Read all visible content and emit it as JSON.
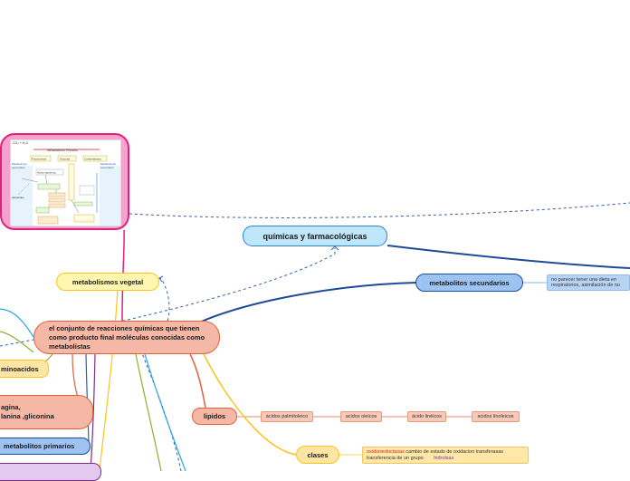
{
  "nodes": {
    "quimicas": "químicas y farmacológicas",
    "metab_secundarios": "metabolitos secundarios",
    "metab_sec_note_line1": "no parecer  tener una dieta en",
    "metab_sec_note_line2": "respiratorios, asimilación de nu",
    "metab_vegetal": "metabolismos   vegetal",
    "main_node": "el  conjunto de reacciones químicas que tienen como producto final moléculas conocidas como metabolistas",
    "aminoacidos": "minoacidos",
    "asparagina_line1": "agina,",
    "asparagina_line2": "lanina ,gliconina",
    "metab_primarios": "metabolitos  primarios",
    "lipidos": "lipidos",
    "lipidos_children": [
      "ácidos  palmitoleico",
      "acidos oleicos",
      "ácido linéicos",
      "acidos linoleicos"
    ],
    "clases": "clases",
    "clases_note_red": "oxidorreductasas",
    "clases_note_rest": " cambio de estado de oxidacion  transferasas",
    "clases_note_line2": "transferencia de un grupo",
    "clases_note_purple": "hidrolsas"
  },
  "image_labels": {
    "top_formula": "CO₂ + H₂O",
    "header": "Metabolismo Primario",
    "box1": "Fotosíntesis",
    "box2": "Glucosa",
    "box3": "Carbohidratos",
    "left1": "Metabolismo",
    "left2": "secundario",
    "right1": "Metabolismo",
    "right2": "secundario",
    "mid": "Ácido siquímico",
    "left_list": "Alcaloides"
  },
  "colors": {
    "pink": "#e0207a",
    "blue_line": "#2d5fb0",
    "salmon": "#e0603a",
    "yellow": "#ffc21a"
  }
}
